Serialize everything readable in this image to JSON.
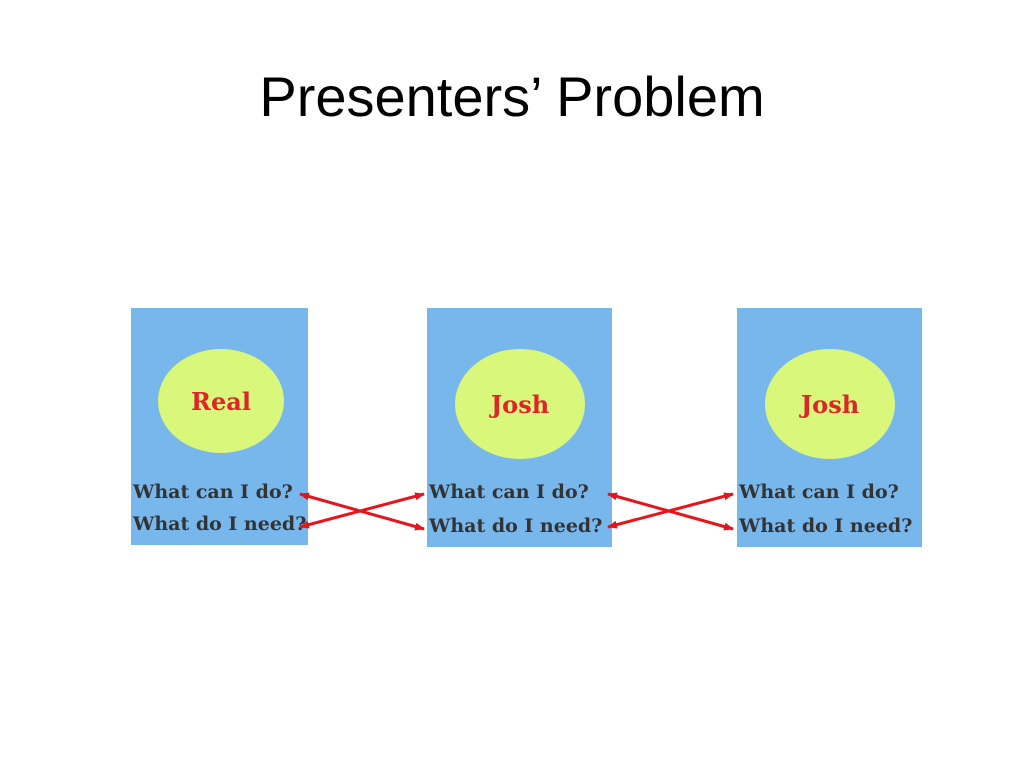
{
  "slide": {
    "title": "Presenters’ Problem"
  },
  "cards": [
    {
      "label": "Real",
      "line1": "What can I do?",
      "line2": "What do I need?"
    },
    {
      "label": "Josh",
      "line1": "What can I do?",
      "line2": "What do I need?"
    },
    {
      "label": "Josh",
      "line1": "What can I do?",
      "line2": "What do I need?"
    }
  ],
  "colors": {
    "card_background": "#78b7ec",
    "ellipse_fill": "#d9f77a",
    "label_text": "#e0252a",
    "arrow": "#e8141c"
  }
}
